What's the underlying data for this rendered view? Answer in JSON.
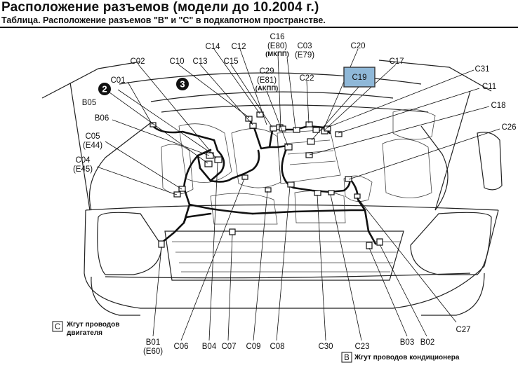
{
  "header": {
    "title": "Расположение разъемов (модели до 10.2004 г.)",
    "subtitle": "Таблица. Расположение разъемов \"В\" и \"С\" в подкапотном пространстве."
  },
  "markers": {
    "m2": "2",
    "m3": "3"
  },
  "highlight": {
    "label": "C19",
    "color": "#8fb8d8"
  },
  "legend": {
    "c_letter": "C",
    "c_line1": "Жгут проводов",
    "c_line2": "двигателя",
    "b_letter": "B",
    "b_text": "Жгут проводов кондиционера"
  },
  "labels": {
    "C16": "C16",
    "E80": "(E80)",
    "MKPP": "(МКПП)",
    "C14": "C14",
    "C12": "C12",
    "C03": "C03",
    "E79": "(E79)",
    "C20": "C20",
    "C02": "C02",
    "C10": "C10",
    "C13": "C13",
    "C15": "C15",
    "C29": "C29",
    "E81": "(E81)",
    "AKPP": "(АКПП)",
    "C22": "C22",
    "C17": "C17",
    "C31": "C31",
    "C11": "C11",
    "C18": "C18",
    "C26": "C26",
    "C01": "C01",
    "B05": "B05",
    "B06": "B06",
    "C05": "C05",
    "E44": "(E44)",
    "C04": "C04",
    "E45": "(E45)",
    "C27": "C27",
    "B01": "B01",
    "E60": "(E60)",
    "C06": "C06",
    "B04": "B04",
    "C07": "C07",
    "C09": "C09",
    "C08": "C08",
    "C30": "C30",
    "C23": "C23",
    "B03": "B03",
    "B02": "B02"
  }
}
